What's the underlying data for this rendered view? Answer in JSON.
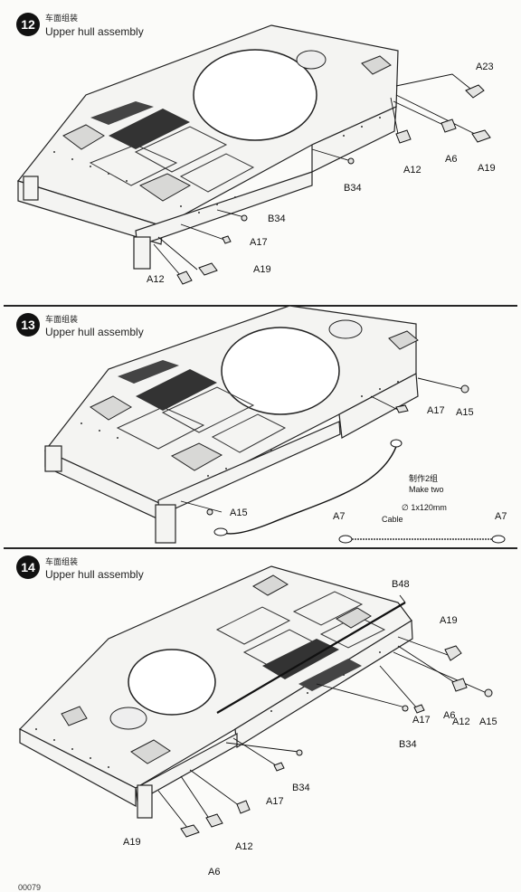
{
  "steps": [
    {
      "number": "12",
      "title_cn": "车面组装",
      "title_en": "Upper hull assembly",
      "labels": {
        "a23": "A23",
        "a12": "A12",
        "a6": "A6",
        "a19": "A19",
        "b34": "B34",
        "b34b": "B34",
        "a17": "A17",
        "a19b": "A19",
        "a12b": "A12"
      }
    },
    {
      "number": "13",
      "title_cn": "车面组装",
      "title_en": "Upper hull assembly",
      "labels": {
        "a17": "A17",
        "a15": "A15",
        "a15b": "A15",
        "a7l": "A7",
        "a7r": "A7"
      },
      "make_two_cn": "制作2组",
      "make_two_en": "Make two",
      "cable_size": "∅ 1x120mm",
      "cable_label": "Cable"
    },
    {
      "number": "14",
      "title_cn": "车面组装",
      "title_en": "Upper hull assembly",
      "labels": {
        "b48": "B48",
        "a19": "A19",
        "a6": "A6",
        "a12": "A12",
        "a15": "A15",
        "a17": "A17",
        "b34": "B34",
        "b34b": "B34",
        "a17b": "A17",
        "a19b": "A19",
        "a12b": "A12",
        "a6b": "A6"
      }
    }
  ],
  "footer": "00079"
}
